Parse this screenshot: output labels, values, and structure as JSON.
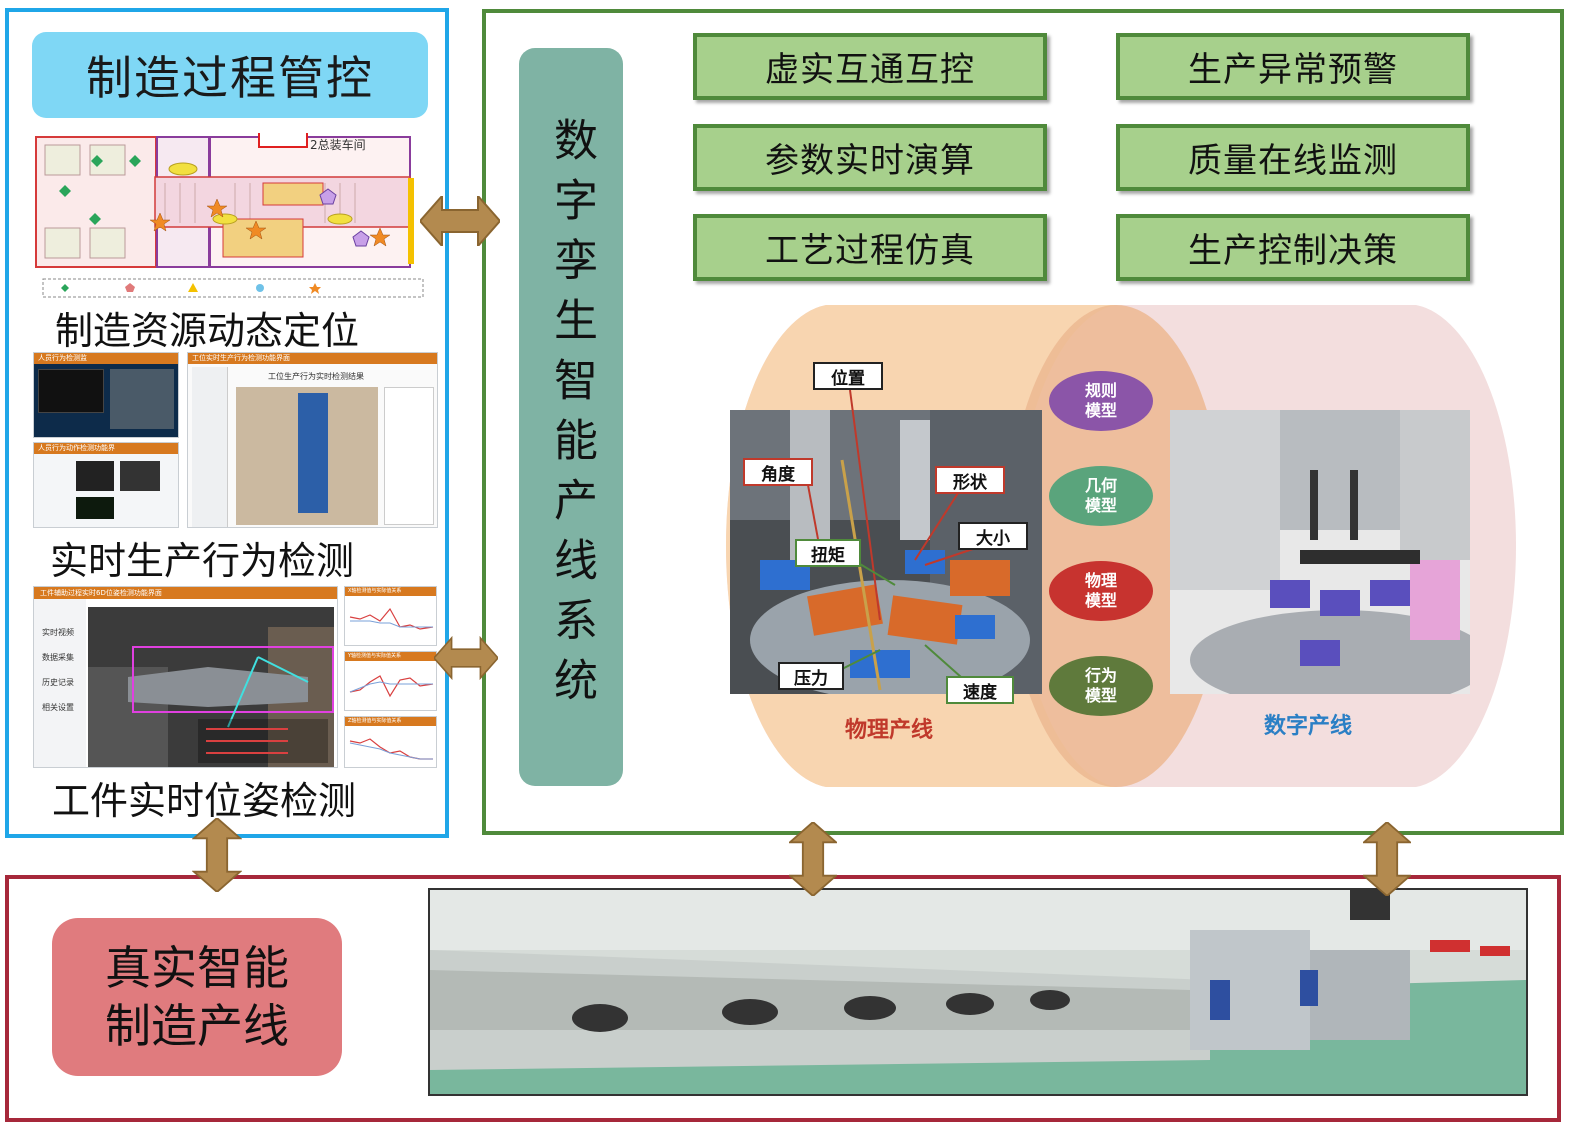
{
  "left_panel": {
    "title": "制造过程管控",
    "captions": {
      "resource_positioning": "制造资源动态定位",
      "behavior_detection": "实时生产行为检测",
      "pose_detection": "工件实时位姿检测"
    },
    "workshop_label": "2总装车间",
    "screen_titles": {
      "personnel_behavior": "人员行为检测监",
      "line_behavior": "工位实时生产行为检测功能界面",
      "line_subtitle": "工位生产行为实时检测结果",
      "action_detection": "人员行为动作检测功能界",
      "pose_screen": "工件辅助过程实时6D位姿检测功能界面",
      "x_chart": "X轴检测值与实际值关系",
      "y_chart": "Y轴检测值与实际值关系",
      "z_chart": "Z轴检测值与实际值关系"
    },
    "pose_menu": [
      "实时视频",
      "数据采集",
      "历史记录",
      "相关设置"
    ]
  },
  "right_panel": {
    "title": "数字孪生智能产线系统",
    "functions": [
      "虚实互通互控",
      "生产异常预警",
      "参数实时演算",
      "质量在线监测",
      "工艺过程仿真",
      "生产控制决策"
    ],
    "physical_labels": [
      "位置",
      "角度",
      "形状",
      "扭矩",
      "大小",
      "压力",
      "速度"
    ],
    "models": [
      "规则\n模型",
      "几何\n模型",
      "物理\n模型",
      "行为\n模型"
    ],
    "physical_line": "物理产线",
    "digital_line": "数字产线"
  },
  "bottom_panel": {
    "title_line1": "真实智能",
    "title_line2": "制造产线"
  },
  "colors": {
    "left_border": "#1fa6e8",
    "right_border": "#4f8a3b",
    "bottom_border": "#a6283a",
    "arrow": "#b38a4f",
    "physical_text": "#c0392b",
    "digital_text": "#2a7fc5",
    "model_rule": "#8b55a8",
    "model_geometry": "#5aa47c",
    "model_physics": "#c7332f",
    "model_behavior": "#5f7a3c"
  }
}
